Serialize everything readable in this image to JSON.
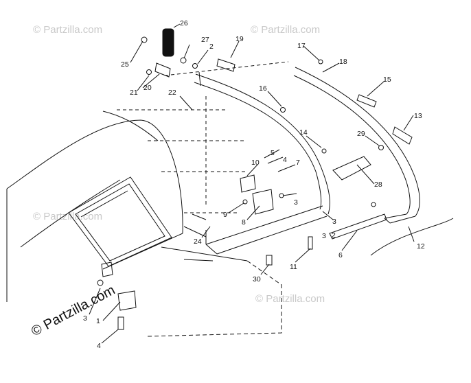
{
  "watermarks": [
    "© Partzilla.com",
    "© Partzilla.com",
    "© Partzilla.com",
    "© Partzilla.com"
  ],
  "copyright": "© Partzilla.com",
  "callouts": [
    "26",
    "25",
    "27",
    "2",
    "19",
    "17",
    "18",
    "21",
    "20",
    "22",
    "16",
    "15",
    "13",
    "14",
    "5",
    "29",
    "4",
    "10",
    "28",
    "7",
    "3",
    "9",
    "8",
    "3",
    "3",
    "2",
    "24",
    "11",
    "6",
    "12",
    "30",
    "3",
    "1",
    "4"
  ],
  "colors": {
    "line": "#111111",
    "watermark": "#c9c9c9"
  }
}
